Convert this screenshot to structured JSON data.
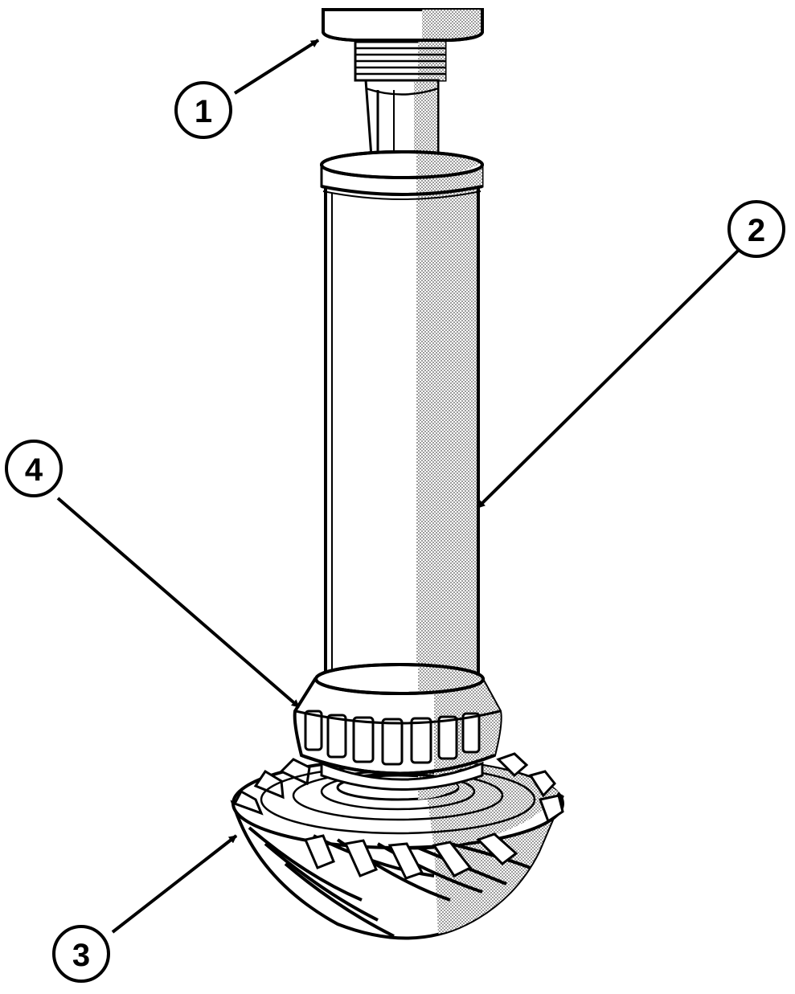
{
  "figure": {
    "callouts": [
      {
        "id": "1",
        "label": "1"
      },
      {
        "id": "2",
        "label": "2"
      },
      {
        "id": "3",
        "label": "3"
      },
      {
        "id": "4",
        "label": "4"
      }
    ]
  },
  "colors": {
    "ink": "#000000",
    "paper": "#ffffff",
    "shade": "#b8b8b8"
  }
}
